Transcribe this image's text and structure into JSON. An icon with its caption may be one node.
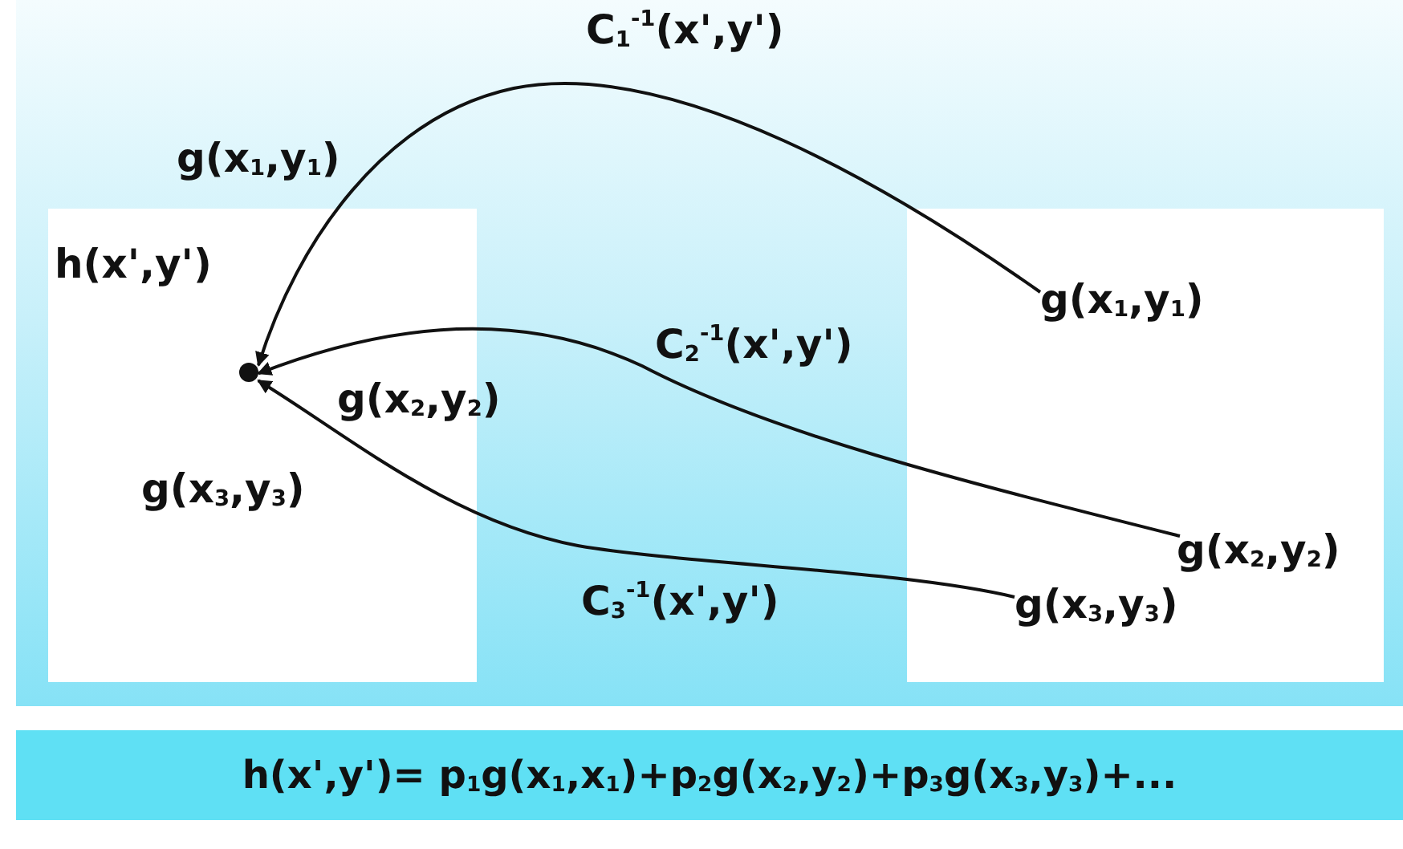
{
  "diagram": {
    "nodes": [
      {
        "text": [],
        "shape": "box"
      },
      {
        "text": [],
        "shape": "circle",
        "in": 0
      },
      {
        "text": [],
        "shape": "box"
      },
      {
        "text": [
          "g(x$_{1}$,y$_{1}$)"
        ],
        "in": 2
      },
      {
        "text": [
          "g(x$_{2}$,y$_{2}$)"
        ],
        "in": 2
      },
      {
        "text": [
          "g(x$_{3}$,y$_{3}$)"
        ],
        "in": 2
      },
      {
        "text": [
          "h(x',y')= p$_{1}$g(x$_{1}$,x$_{1}$)+p$_{2}$g(x$_{2}$,y$_{2}$)+p$_{3}$g(x$_{3}$,y$_{3}$)+..."
        ]
      }
    ],
    "edges": [
      {
        "from": 3,
        "to": 1,
        "arrow": "to",
        "label": "C$_{1}$$^{-1}$(x',y')"
      },
      {
        "from": 4,
        "to": 1,
        "arrow": "to",
        "label": "C$_{2}$$^{-1}$(x',y')"
      },
      {
        "from": 5,
        "to": 1,
        "arrow": "to",
        "label": "C$_{3}$$^{-1}$(x',y')"
      }
    ],
    "labels": [
      "g(x$_{1}$,y$_{1}$)",
      "h(x',y')",
      "g(x$_{2}$,y$_{2}$)",
      "g(x$_{3}$,y$_{3}$)"
    ]
  }
}
